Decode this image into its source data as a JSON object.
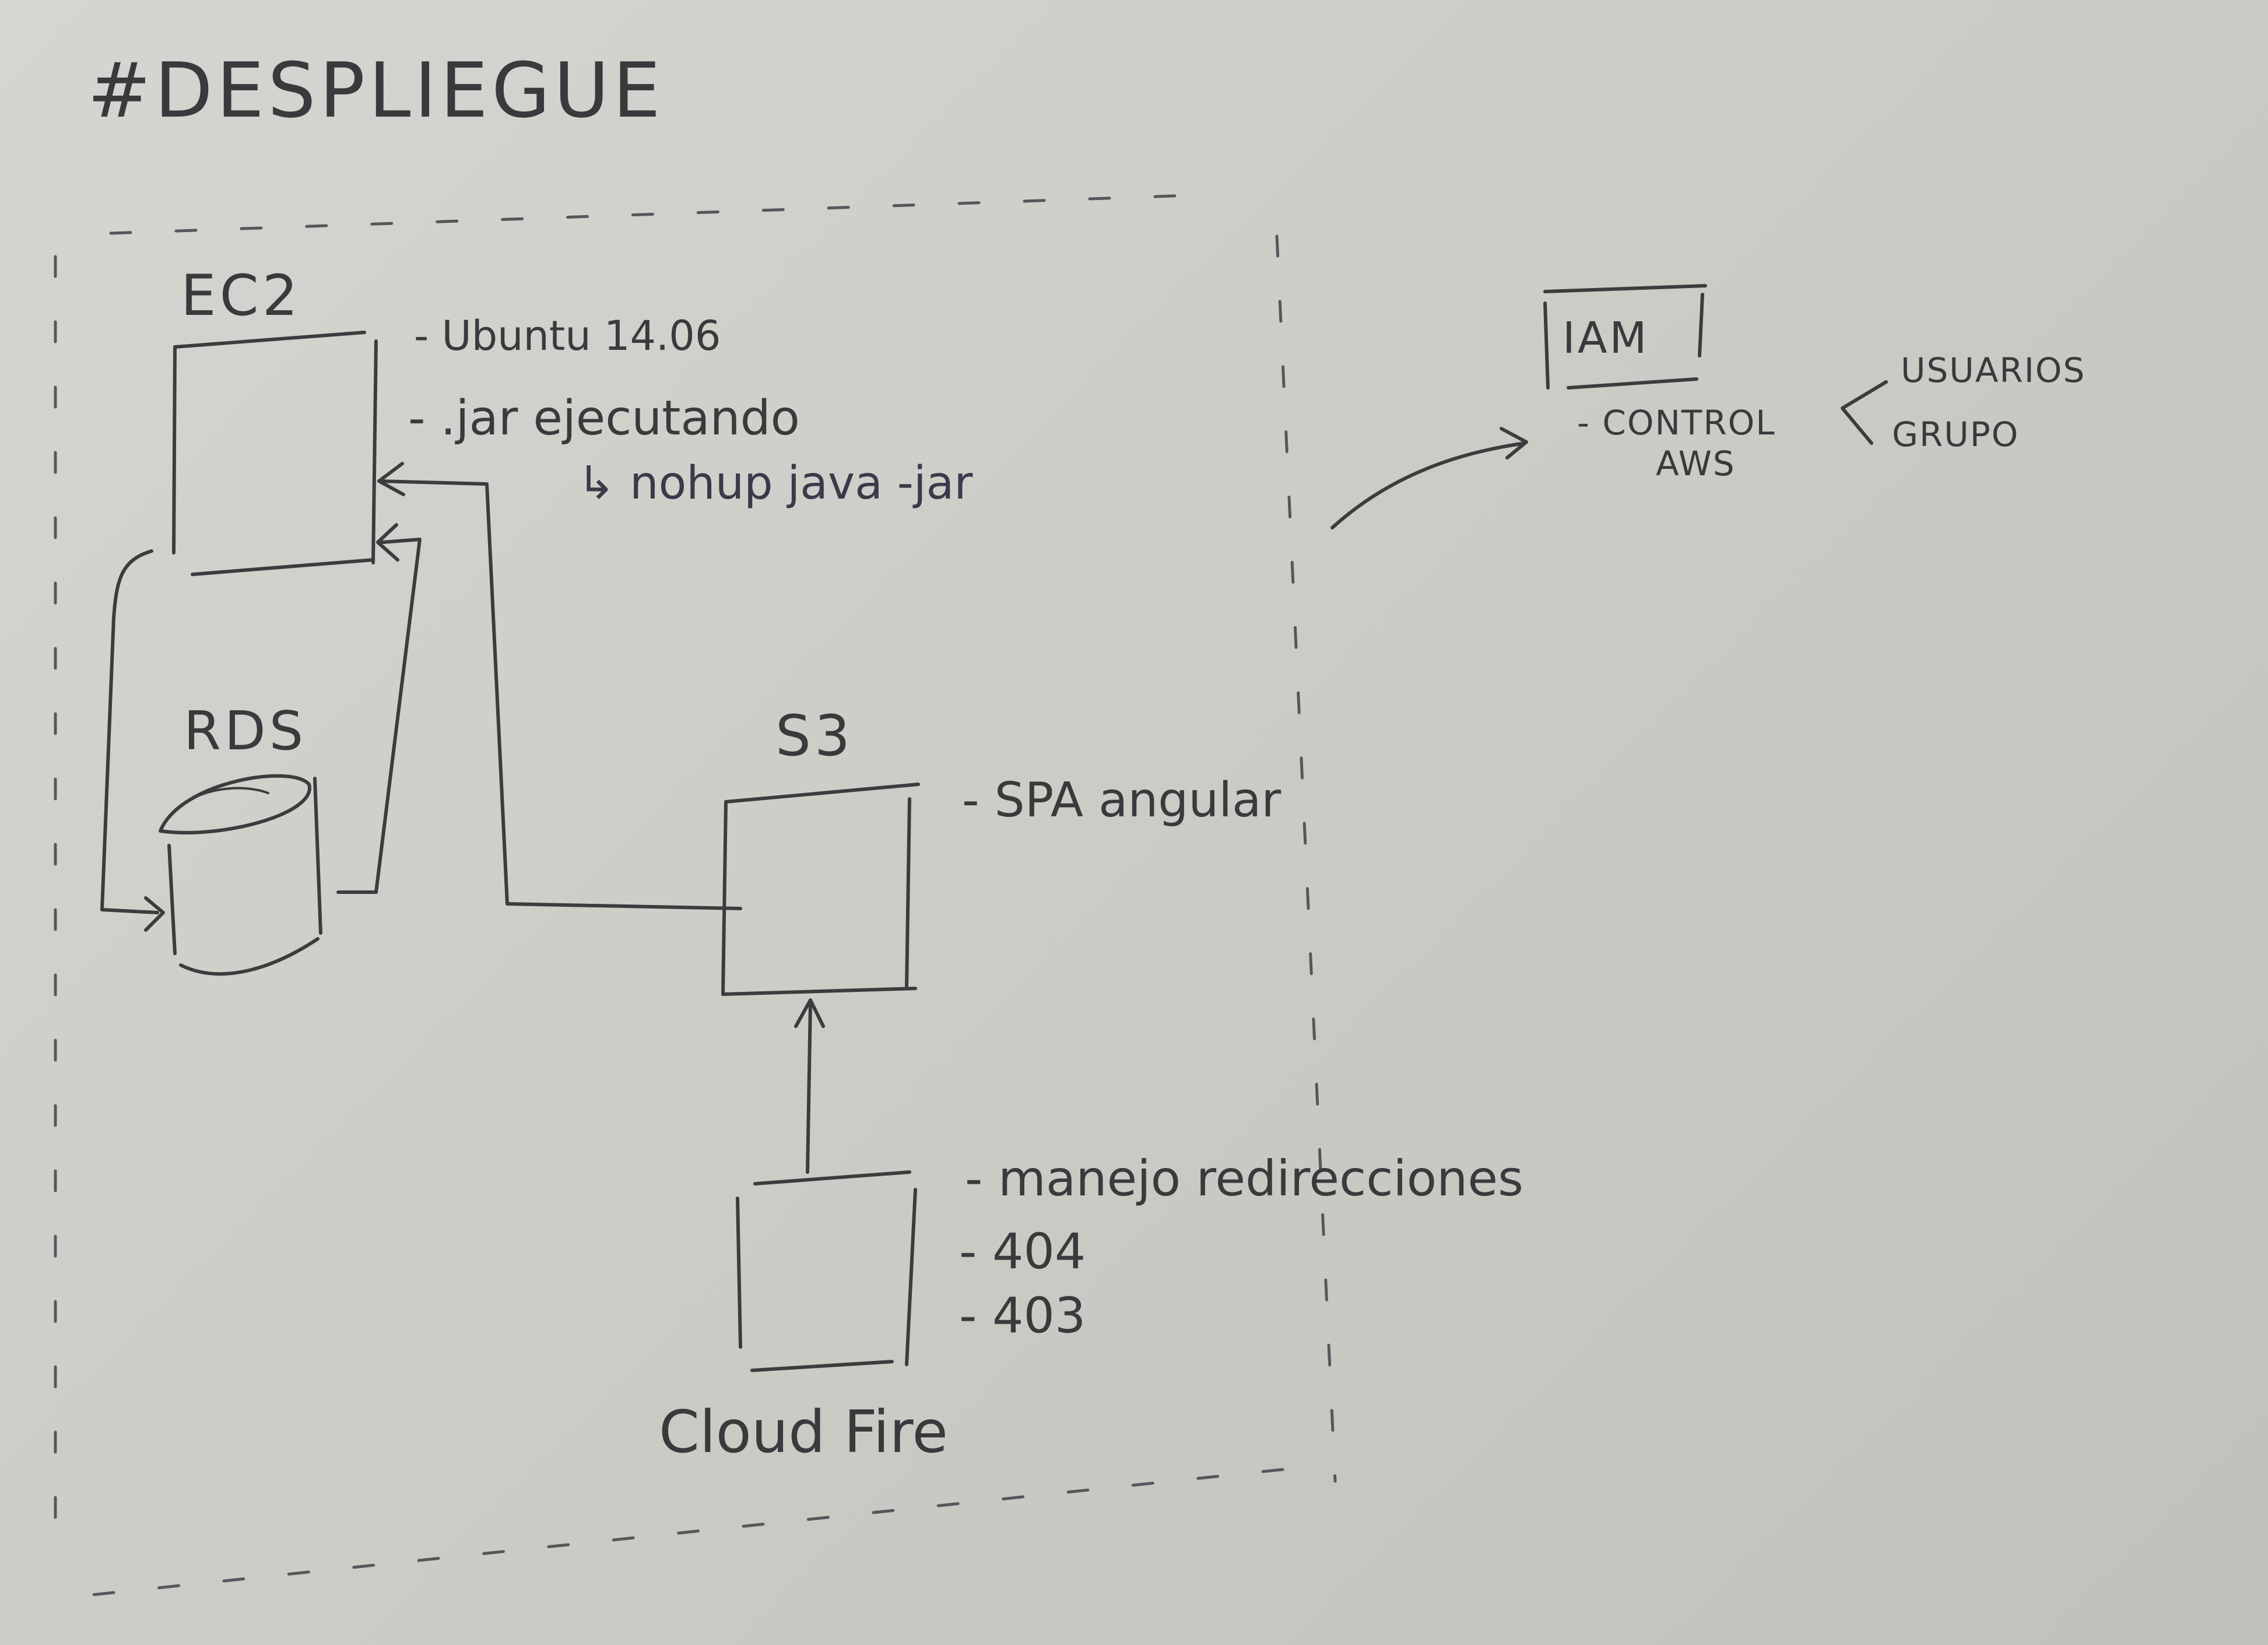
{
  "title": "#DESPLIEGUE",
  "ec2": {
    "label": "EC2",
    "notes": [
      "- Ubuntu 14.06",
      "- .jar ejecutando",
      "↳ nohup java -jar"
    ]
  },
  "rds": {
    "label": "RDS"
  },
  "s3": {
    "label": "S3",
    "notes": [
      "- SPA angular"
    ]
  },
  "cloudfront": {
    "label": "Cloud Fire",
    "notes": [
      "- manejo redirecciones",
      "- 404",
      "- 403"
    ]
  },
  "iam": {
    "label": "IAM",
    "control_lines": [
      "- CONTROL",
      "AWS"
    ],
    "scope": [
      "USUARIOS",
      "GRUPO"
    ]
  },
  "colors": {
    "ink": "#3c3c3e",
    "board": "#d6d5d1"
  }
}
